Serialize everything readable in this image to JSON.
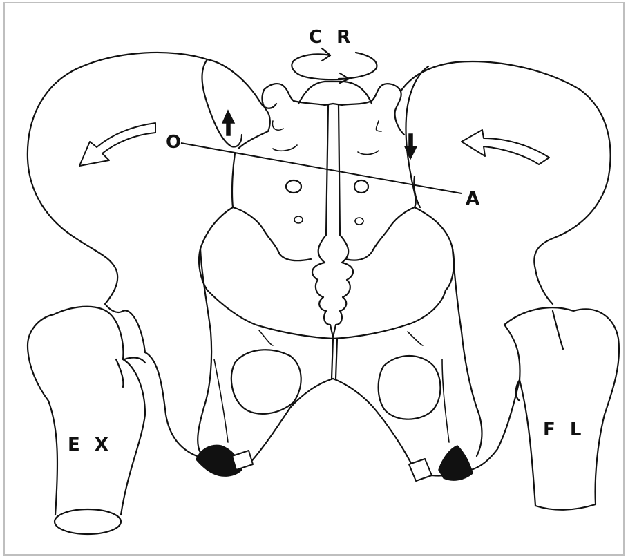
{
  "labels": {
    "rotation": "C R",
    "origin": "O",
    "axis_end": "A",
    "left_femur": "E X",
    "right_femur": "F L"
  },
  "colors": {
    "line": "#111111",
    "background": "#ffffff",
    "frame": "#bfbfbf"
  },
  "icons": {
    "left_ilium_arrow": "curved-arrow-left-icon",
    "right_ilium_arrow": "curved-arrow-left-icon",
    "left_joint_arrow": "arrow-up-icon",
    "right_joint_arrow": "arrow-down-icon",
    "rotation_arrow": "circular-rotation-icon"
  }
}
